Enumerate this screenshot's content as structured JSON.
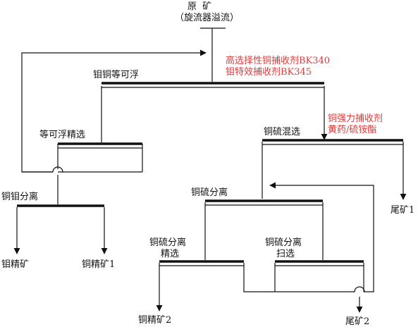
{
  "colors": {
    "line": "#111111",
    "reagent": "#e03a3a"
  },
  "feed": {
    "line1": "原  矿",
    "line2": "（旋流器溢流）"
  },
  "reagents_main": {
    "line1": "高选择性铜捕收剂BK340",
    "line2": "钼特效捕收剂BK345"
  },
  "reagents_cu_s": {
    "line1": "铜强力捕收剂",
    "line2": "黄药/硫铵酯"
  },
  "stages": {
    "bulk_flotation": "钼铜等可浮",
    "bulk_cleaning": "等可浮精选",
    "cu_s_bulk": "铜硫混选",
    "cu_mo_separation": "铜钼分离",
    "cu_s_separation": "铜硫分离",
    "cu_s_sep_cleaning_1": "铜硫分离",
    "cu_s_sep_cleaning_2": "精选",
    "cu_s_sep_scavenging_1": "铜硫分离",
    "cu_s_sep_scavenging_2": "扫选"
  },
  "products": {
    "mo_concentrate": "钼精矿",
    "cu_concentrate_1": "铜精矿1",
    "tailings_1": "尾矿1",
    "cu_concentrate_2": "铜精矿2",
    "tailings_2": "尾矿2"
  }
}
